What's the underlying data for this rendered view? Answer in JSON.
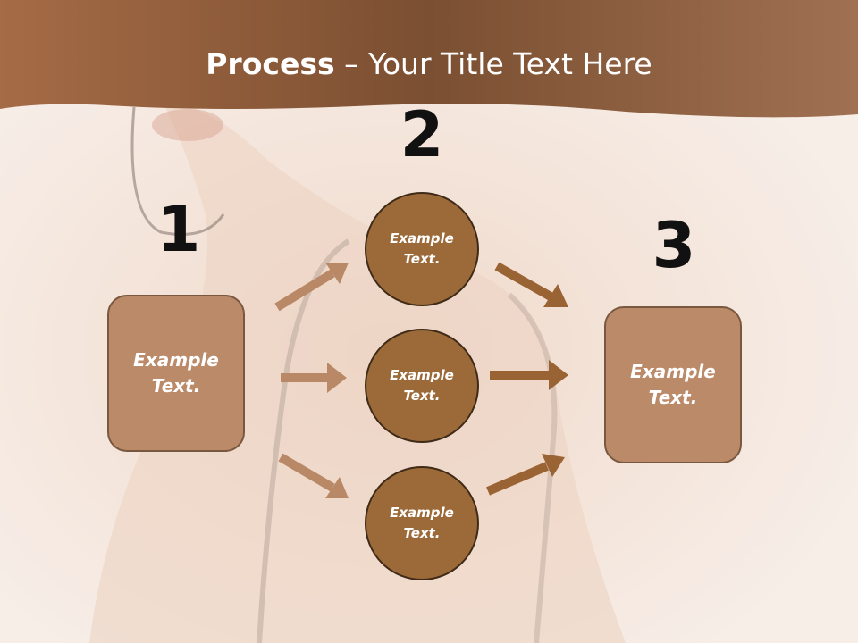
{
  "header": {
    "title_bold": "Process",
    "title_rest": " – Your Title Text Here"
  },
  "steps": {
    "step1_number": "1",
    "step2_number": "2",
    "step3_number": "3"
  },
  "nodes": {
    "left_box": [
      "Example",
      "Text."
    ],
    "circle_top": [
      "Example",
      "Text."
    ],
    "circle_middle": [
      "Example",
      "Text."
    ],
    "circle_bottom": [
      "Example",
      "Text."
    ],
    "right_box": [
      "Example",
      "Text."
    ]
  },
  "colors": {
    "header_band": "#8b5a3a",
    "box_fill": "#bb8a69",
    "circle_fill": "#9c6a38",
    "arrow_light": "#b98866",
    "arrow_dark": "#9a6334"
  }
}
